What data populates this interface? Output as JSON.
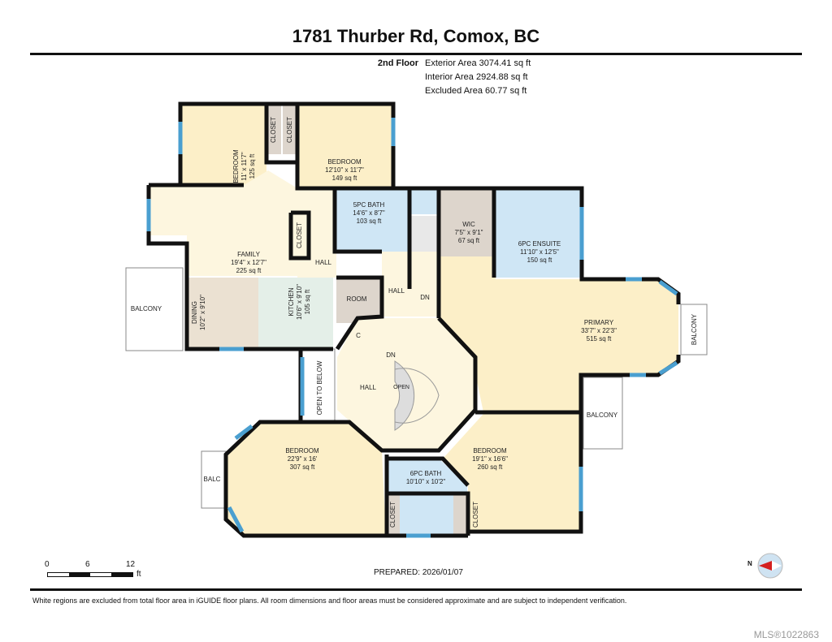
{
  "header": {
    "title": "1781 Thurber Rd, Comox, BC",
    "floor": "2nd Floor",
    "areas": [
      "Exterior Area 3074.41 sq ft",
      "Interior Area 2924.88 sq ft",
      "Excluded Area 60.77 sq ft"
    ]
  },
  "rooms": {
    "bedroom_nw": {
      "name": "BEDROOM",
      "dims": "11' x 11'7\"",
      "area": "125 sq ft"
    },
    "closet_1": {
      "name": "CLOSET"
    },
    "closet_2": {
      "name": "CLOSET"
    },
    "bedroom_n": {
      "name": "BEDROOM",
      "dims": "12'10\" x 11'7\"",
      "area": "149 sq ft"
    },
    "bath_5pc": {
      "name": "5PC BATH",
      "dims": "14'6\" x 8'7\"",
      "area": "103 sq ft"
    },
    "wic": {
      "name": "WIC",
      "dims": "7'5\" x 9'1\"",
      "area": "67 sq ft"
    },
    "ensuite_6pc": {
      "name": "6PC ENSUITE",
      "dims": "11'10\" x 12'5\"",
      "area": "150 sq ft"
    },
    "family": {
      "name": "FAMILY",
      "dims": "19'4\" x 12'7\"",
      "area": "225 sq ft"
    },
    "closet_family": {
      "name": "CLOSET"
    },
    "hall_1": {
      "name": "HALL"
    },
    "hall_2": {
      "name": "HALL"
    },
    "hall_3": {
      "name": "HALL"
    },
    "stairs_dn_1": {
      "name": "DN"
    },
    "stairs_dn_2": {
      "name": "DN"
    },
    "open": {
      "name": "OPEN"
    },
    "room": {
      "name": "ROOM"
    },
    "closet_c": {
      "name": "C"
    },
    "balcony_w": {
      "name": "BALCONY"
    },
    "dining": {
      "name": "DINING",
      "dims": "10'2\" x 9'10\""
    },
    "kitchen": {
      "name": "KITCHEN",
      "dims": "10'6\" x 9'10\"",
      "area": "105 sq ft"
    },
    "primary": {
      "name": "PRIMARY",
      "dims": "33'7\" x 22'3\"",
      "area": "515 sq ft"
    },
    "balcony_e": {
      "name": "BALCONY"
    },
    "balcony_se": {
      "name": "BALCONY"
    },
    "open_to_below": {
      "name": "OPEN TO BELOW"
    },
    "bedroom_sw": {
      "name": "BEDROOM",
      "dims": "22'9\" x 16'",
      "area": "307 sq ft"
    },
    "balc_sw": {
      "name": "BALC"
    },
    "bath_6pc": {
      "name": "6PC BATH",
      "dims": "10'10\" x 10'2\""
    },
    "closet_3": {
      "name": "CLOSET"
    },
    "closet_4": {
      "name": "CLOSET"
    },
    "bedroom_se": {
      "name": "BEDROOM",
      "dims": "19'1\" x 16'6\"",
      "area": "260 sq ft"
    }
  },
  "scale_bar": {
    "ticks": [
      "0",
      "6",
      "12"
    ],
    "unit": "ft"
  },
  "prepared": "PREPARED: 2026/01/07",
  "compass": {
    "label": "N"
  },
  "footer": "White regions are excluded from total floor area in iGUIDE floor plans. All room dimensions and floor areas must be considered approximate and are subject to independent verification.",
  "mls": "MLS®1022863",
  "colors": {
    "bedroom_fill": "#fcefc8",
    "family_fill": "#fdf6df",
    "bath_fill": "#cfe6f5",
    "closet_fill": "#ddd5cc",
    "dining_fill": "#ebe1d2",
    "kitchen_fill": "#e4efe8",
    "window": "#4a9fd0",
    "wall": "#111111"
  }
}
